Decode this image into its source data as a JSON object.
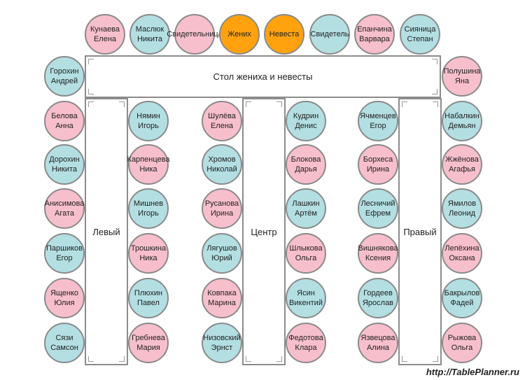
{
  "tables": {
    "head": "Стол жениха и невесты",
    "left": "Левый",
    "center": "Центр",
    "right": "Правый"
  },
  "site": "http://TablePlanner.ru",
  "colors": {
    "female": "#f7bfcc",
    "male": "#b3dfe3",
    "couple": "#ffa20e",
    "border": "#8a8a8a"
  },
  "seats": {
    "top": [
      {
        "line1": "Кунаева",
        "line2": "Елена",
        "color": "pink"
      },
      {
        "line1": "Маслюк",
        "line2": "Никита",
        "color": "blue"
      },
      {
        "line1": "Свидетельница",
        "line2": "",
        "color": "pink"
      },
      {
        "line1": "Жених",
        "line2": "",
        "color": "orange"
      },
      {
        "line1": "Невеста",
        "line2": "",
        "color": "orange"
      },
      {
        "line1": "Свидетель",
        "line2": "",
        "color": "blue"
      },
      {
        "line1": "Епанчина",
        "line2": "Варвара",
        "color": "pink"
      },
      {
        "line1": "Сияница",
        "line2": "Степан",
        "color": "blue"
      }
    ],
    "head_left": {
      "line1": "Горохин",
      "line2": "Андрей",
      "color": "blue"
    },
    "head_right": {
      "line1": "Полушина",
      "line2": "Яна",
      "color": "pink"
    },
    "col1": [
      {
        "line1": "Белова",
        "line2": "Анна",
        "color": "pink"
      },
      {
        "line1": "Дорохин",
        "line2": "Никита",
        "color": "blue"
      },
      {
        "line1": "Анисимова",
        "line2": "Агата",
        "color": "pink"
      },
      {
        "line1": "Паршиков",
        "line2": "Егор",
        "color": "blue"
      },
      {
        "line1": "Ященко",
        "line2": "Юлия",
        "color": "pink"
      },
      {
        "line1": "Сязи",
        "line2": "Самсон",
        "color": "blue"
      }
    ],
    "col2": [
      {
        "line1": "Нямин",
        "line2": "Игорь",
        "color": "blue"
      },
      {
        "line1": "Карпенцева",
        "line2": "Ника",
        "color": "pink"
      },
      {
        "line1": "Мишнев",
        "line2": "Игорь",
        "color": "blue"
      },
      {
        "line1": "Трошкина",
        "line2": "Ника",
        "color": "pink"
      },
      {
        "line1": "Плюхин",
        "line2": "Павел",
        "color": "blue"
      },
      {
        "line1": "Гребнева",
        "line2": "Мария",
        "color": "pink"
      }
    ],
    "col3": [
      {
        "line1": "Шулёва",
        "line2": "Елена",
        "color": "pink"
      },
      {
        "line1": "Хромов",
        "line2": "Николай",
        "color": "blue"
      },
      {
        "line1": "Русанова",
        "line2": "Ирина",
        "color": "pink"
      },
      {
        "line1": "Лягушов",
        "line2": "Юрий",
        "color": "blue"
      },
      {
        "line1": "Ковпака",
        "line2": "Марина",
        "color": "pink"
      },
      {
        "line1": "Низовский",
        "line2": "Эрнст",
        "color": "blue"
      }
    ],
    "col4": [
      {
        "line1": "Кудрин",
        "line2": "Денис",
        "color": "blue"
      },
      {
        "line1": "Блокова",
        "line2": "Дарья",
        "color": "pink"
      },
      {
        "line1": "Лашкин",
        "line2": "Артём",
        "color": "blue"
      },
      {
        "line1": "Шлыкова",
        "line2": "Ольга",
        "color": "pink"
      },
      {
        "line1": "Ясин",
        "line2": "Викентий",
        "color": "blue"
      },
      {
        "line1": "Федотова",
        "line2": "Клара",
        "color": "pink"
      }
    ],
    "col5": [
      {
        "line1": "Ячменцев",
        "line2": "Егор",
        "color": "blue"
      },
      {
        "line1": "Борхеса",
        "line2": "Ирина",
        "color": "pink"
      },
      {
        "line1": "Лесничий",
        "line2": "Ефрем",
        "color": "blue"
      },
      {
        "line1": "Вишнякова",
        "line2": "Ксения",
        "color": "pink"
      },
      {
        "line1": "Гордеев",
        "line2": "Ярослав",
        "color": "blue"
      },
      {
        "line1": "Язвецова",
        "line2": "Алина",
        "color": "pink"
      }
    ],
    "col6": [
      {
        "line1": "Набалкин",
        "line2": "Демьян",
        "color": "blue"
      },
      {
        "line1": "Жжёнова",
        "line2": "Агафья",
        "color": "pink"
      },
      {
        "line1": "Ямилов",
        "line2": "Леонид",
        "color": "blue"
      },
      {
        "line1": "Лепёхина",
        "line2": "Оксана",
        "color": "pink"
      },
      {
        "line1": "Бакрылов",
        "line2": "Фадей",
        "color": "blue"
      },
      {
        "line1": "Рыжова",
        "line2": "Ольга",
        "color": "pink"
      }
    ]
  }
}
